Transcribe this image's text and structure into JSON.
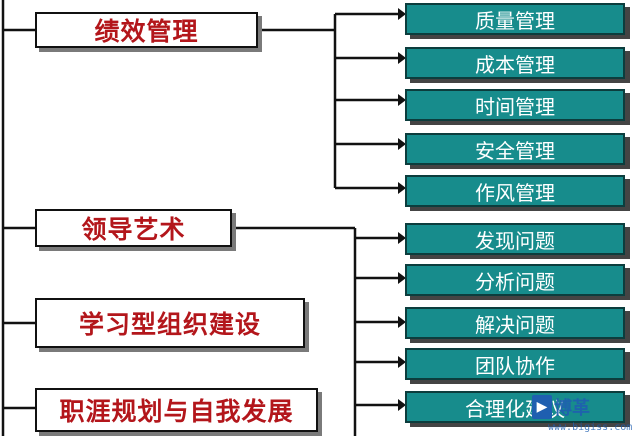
{
  "left_nodes": [
    {
      "label": "绩效管理"
    },
    {
      "label": "领导艺术"
    },
    {
      "label": "学习型组织建设"
    },
    {
      "label": "职涯规划与自我发展"
    }
  ],
  "right_nodes": [
    {
      "label": "质量管理"
    },
    {
      "label": "成本管理"
    },
    {
      "label": "时间管理"
    },
    {
      "label": "安全管理"
    },
    {
      "label": "作风管理"
    },
    {
      "label": "发现问题"
    },
    {
      "label": "分析问题"
    },
    {
      "label": "解决问题"
    },
    {
      "label": "团队协作"
    },
    {
      "label": "合理化建议"
    }
  ],
  "watermark": {
    "logo_text": "博革",
    "url": "www.bigiss.com"
  },
  "colors": {
    "left_text": "#b3161b",
    "right_fill": "#178c8c",
    "right_text": "#ffffff",
    "line": "#111111"
  }
}
